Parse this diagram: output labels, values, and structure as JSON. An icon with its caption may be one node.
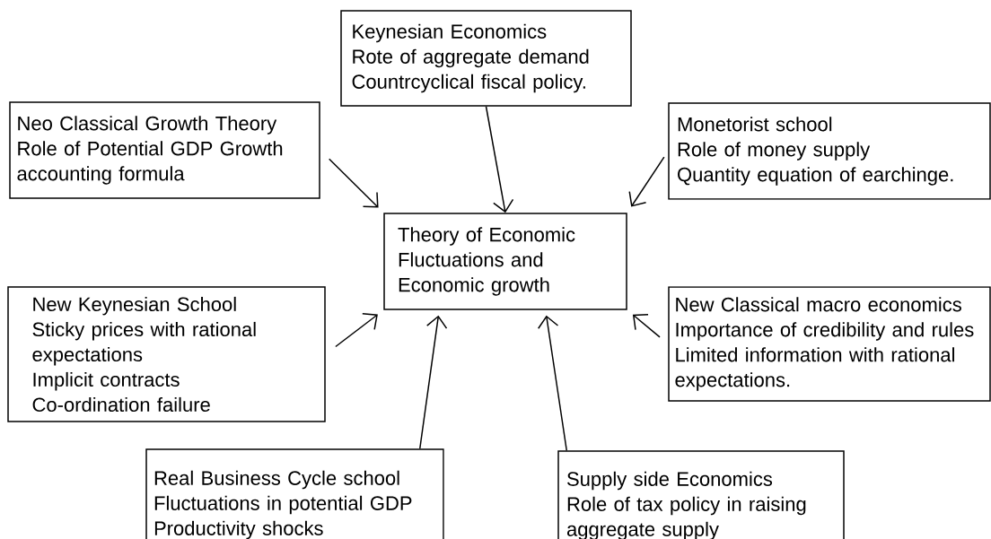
{
  "diagram": {
    "nodes": [
      {
        "text": [
          "Keynesian Economics",
          "Rote of aggregate demand",
          "Countrcyclical fiscal policy."
        ]
      },
      {
        "text": [
          "Neo Classical Growth Theory",
          "Role of Potential GDP Growth accounting formula"
        ]
      },
      {
        "text": [
          "Monetorist school",
          "Role of money supply",
          "Quantity equation of earchinge."
        ]
      },
      {
        "text": [
          "Theory of Economic Fluctuations and Economic growth"
        ]
      },
      {
        "text": [
          "New Keynesian School",
          "Sticky prices with rational expectations",
          "Implicit contracts",
          "Co-ordination failure"
        ]
      },
      {
        "text": [
          "New Classical macro economics",
          "Importance of credibility and rules",
          "Limited information with rational expectations."
        ]
      },
      {
        "text": [
          "Real Business Cycle school",
          "Fluctuations in potential GDP",
          "Productivity shocks"
        ]
      },
      {
        "text": [
          "Supply side Economics",
          "Role of tax policy in raising aggregate supply"
        ]
      }
    ],
    "edges": [
      {
        "from": 0,
        "to": 3,
        "arrow": "to"
      },
      {
        "from": 1,
        "to": 3,
        "arrow": "to"
      },
      {
        "from": 2,
        "to": 3,
        "arrow": "to"
      },
      {
        "from": 4,
        "to": 3,
        "arrow": "to"
      },
      {
        "from": 5,
        "to": 3,
        "arrow": "to"
      },
      {
        "from": 6,
        "to": 3,
        "arrow": "to"
      },
      {
        "from": 7,
        "to": 3,
        "arrow": "to"
      }
    ]
  }
}
